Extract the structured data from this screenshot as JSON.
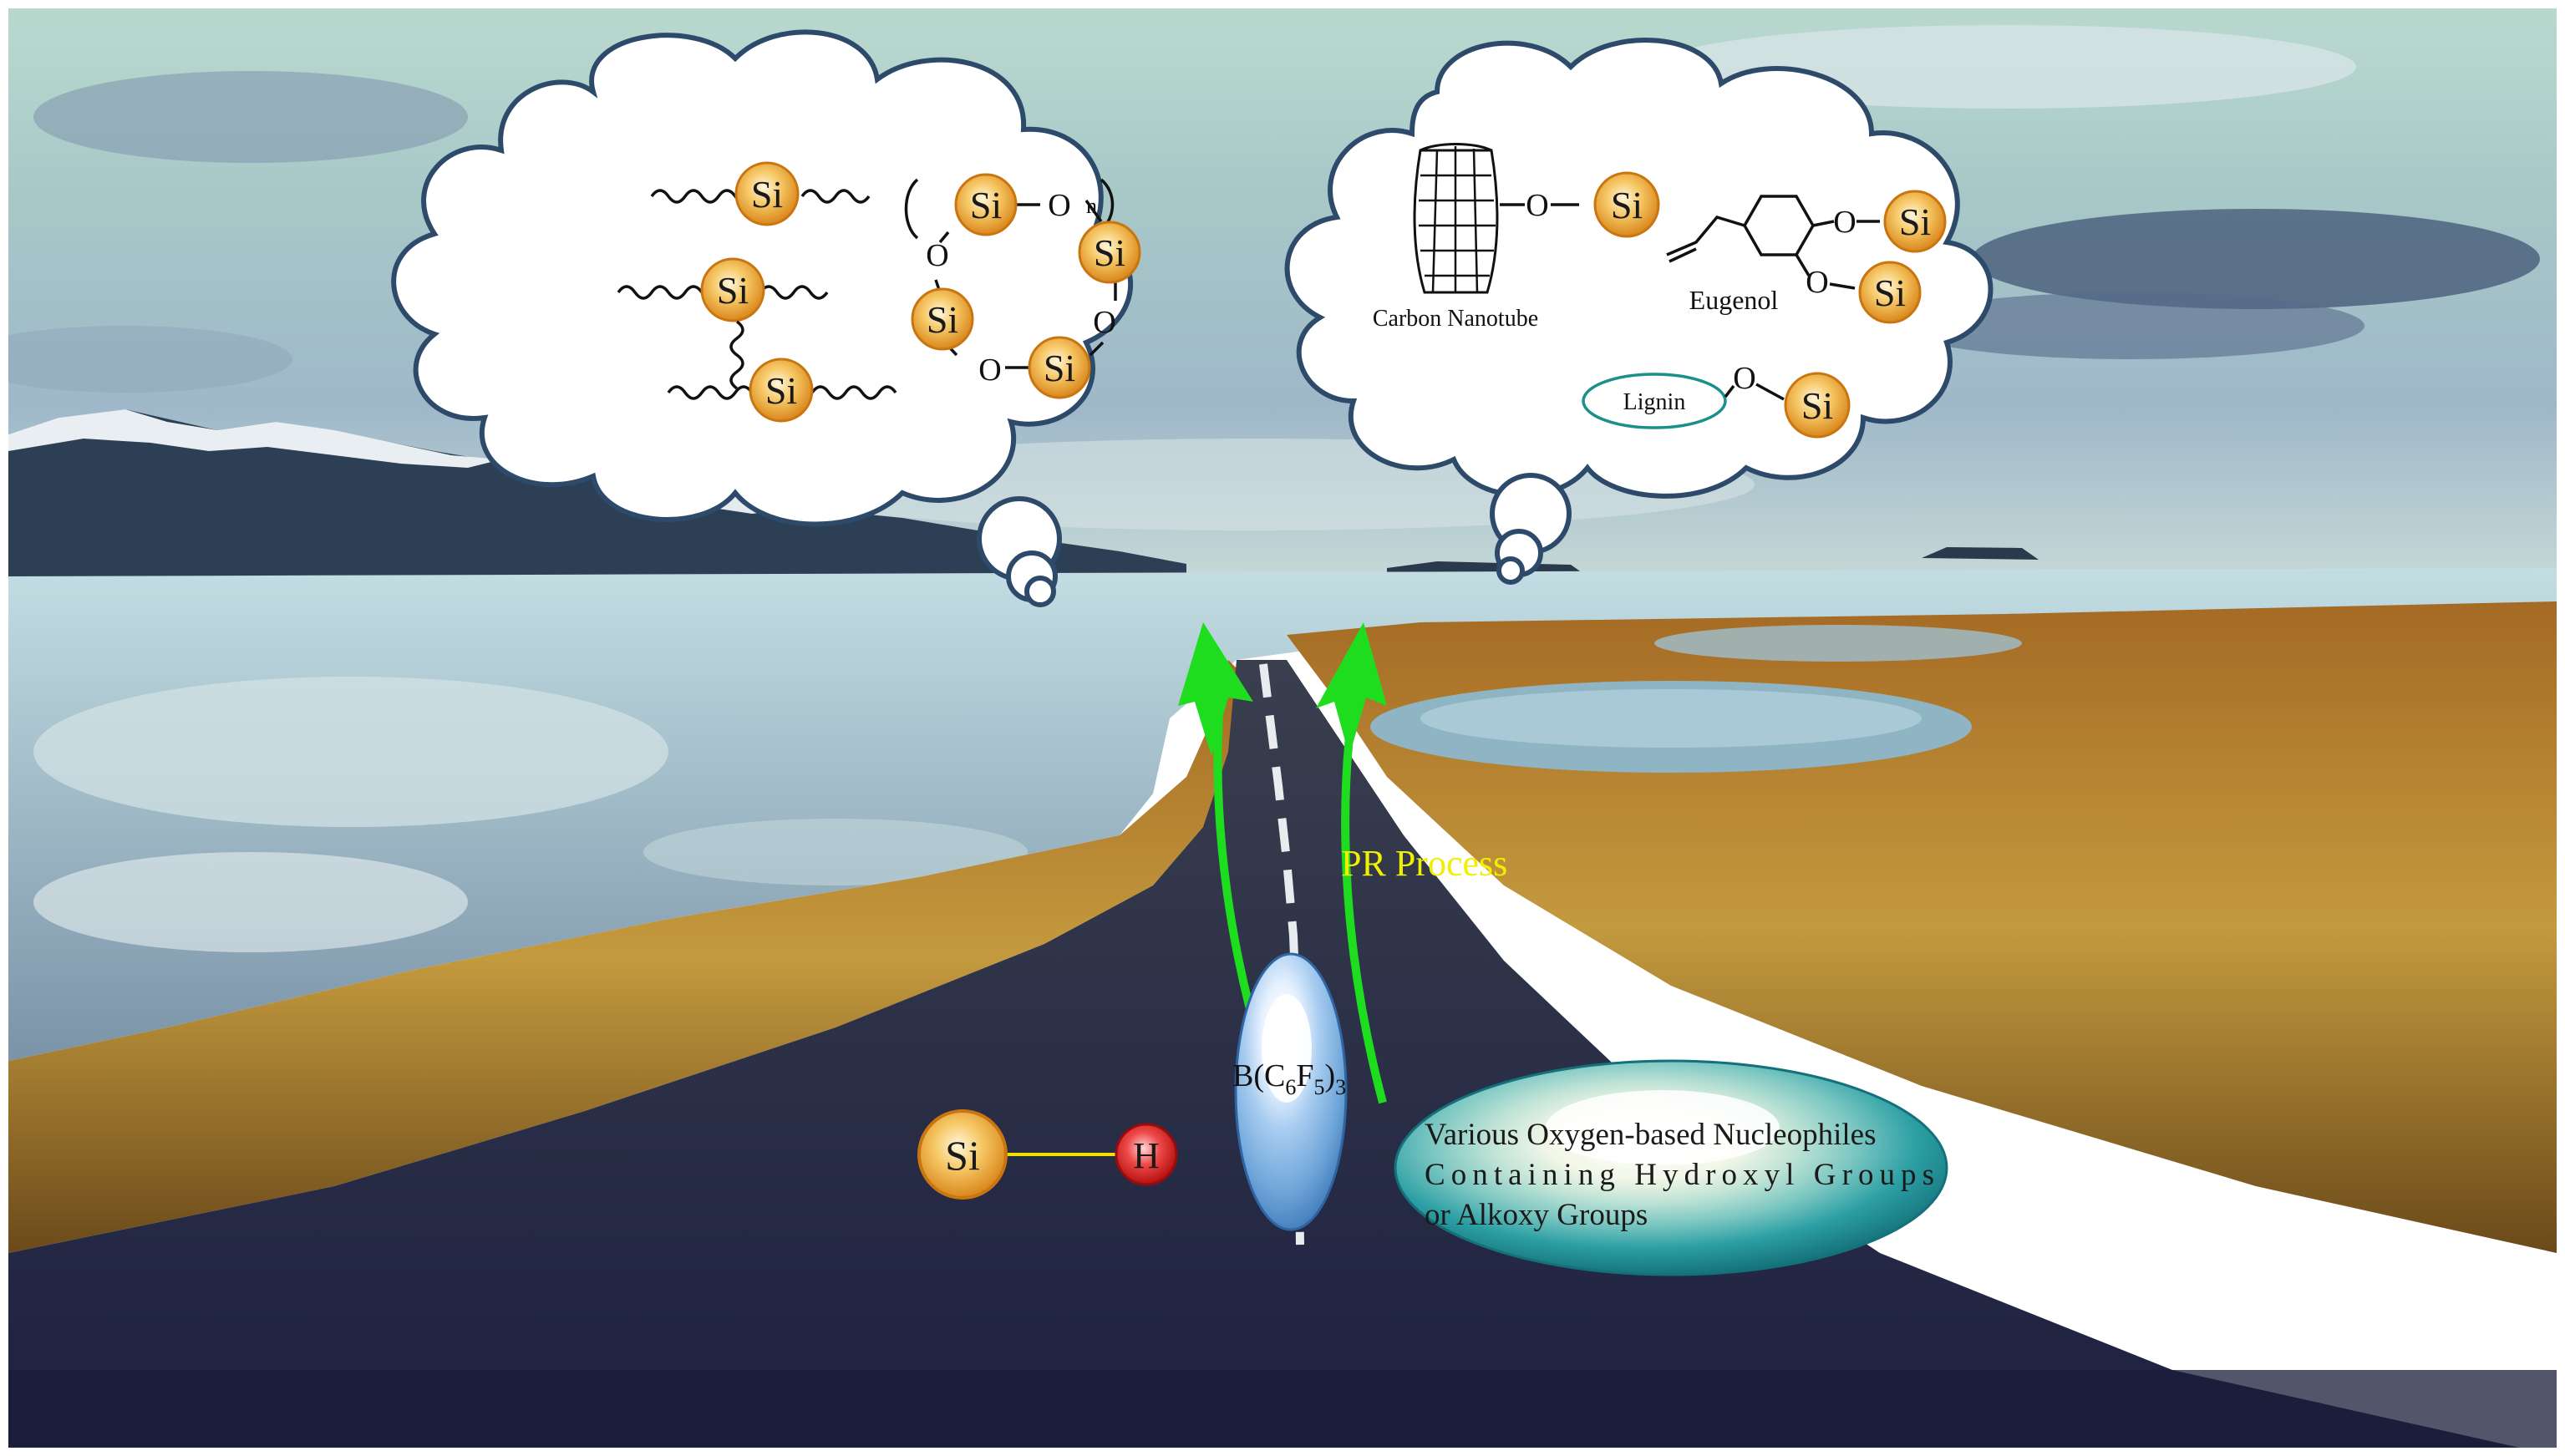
{
  "colors": {
    "sky_top": "#8fb8c2",
    "sky_mid": "#a9cdb9",
    "water": "#b9d6df",
    "grass": "#b07a2c",
    "road": "#22264a",
    "cloud_stroke": "#2d4a6a",
    "si_orange": "#e8a02c",
    "h_red": "#d91e1e",
    "arrow_green": "#1edc1e",
    "process_yellow": "#f0f000",
    "catalyst_blue": "#5d9ad8",
    "nucleophile_teal": "#1a8f96"
  },
  "left_cloud": {
    "si_atom": "Si",
    "oxygen": "O",
    "repeat_subscript": "n"
  },
  "right_cloud": {
    "carbon_nanotube_label": "Carbon Nanotube",
    "eugenol_label": "Eugenol",
    "lignin_label": "Lignin",
    "oxygen": "O",
    "si_atom": "Si"
  },
  "road_scene": {
    "process_label": "PR Process",
    "catalyst_label_parts": [
      "B(C",
      "6",
      "F",
      "5",
      ")",
      "3"
    ],
    "silane_si": "Si",
    "silane_h": "H",
    "nucleophile_line1": "Various Oxygen-based Nucleophiles",
    "nucleophile_line2": "Containing Hydroxyl Groups",
    "nucleophile_line3": "or Alkoxy Groups"
  }
}
